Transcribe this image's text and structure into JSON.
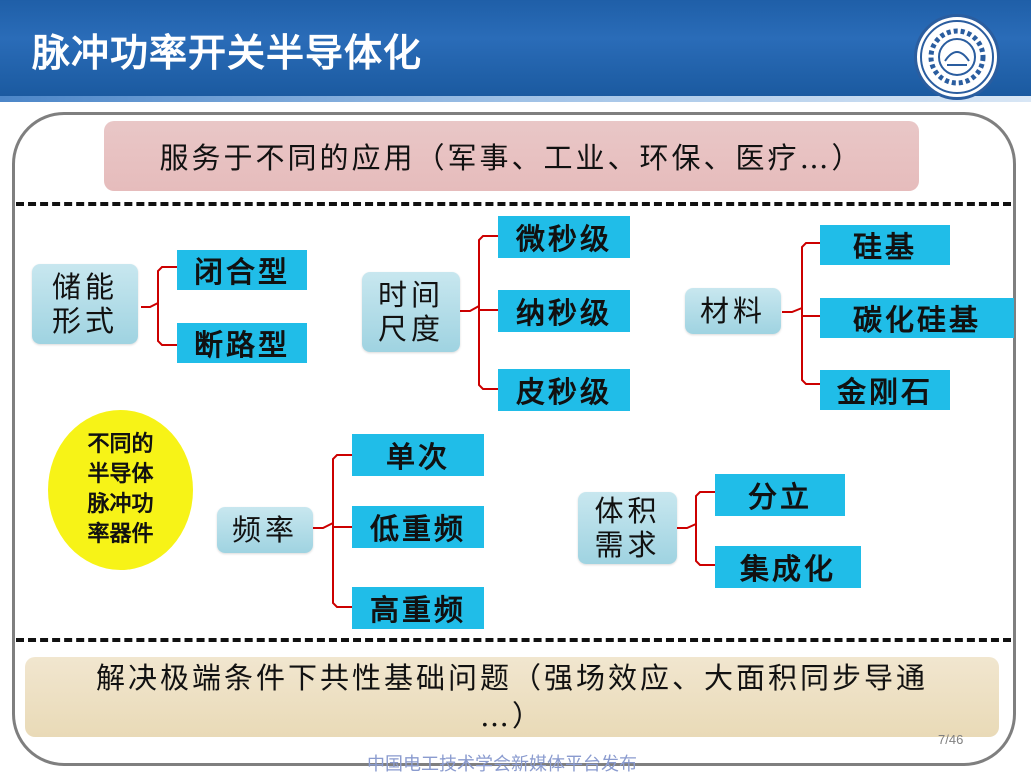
{
  "header": {
    "title": "脉冲功率开关半导体化"
  },
  "banners": {
    "top": "服务于不同的应用（军事、工业、环保、医疗…）",
    "bottom_line1": "解决极端条件下共性基础问题（强场效应、大面积同步导通",
    "bottom_line2": "…）"
  },
  "groups": {
    "storage": {
      "label_l1": "储能",
      "label_l2": "形式",
      "items": [
        "闭合型",
        "断路型"
      ]
    },
    "time": {
      "label_l1": "时间",
      "label_l2": "尺度",
      "items": [
        "微秒级",
        "纳秒级",
        "皮秒级"
      ]
    },
    "material": {
      "label": "材料",
      "items": [
        "硅基",
        "碳化硅基",
        "金刚石"
      ]
    },
    "frequency": {
      "label": "频率",
      "items": [
        "单次",
        "低重频",
        "高重频"
      ]
    },
    "volume": {
      "label_l1": "体积",
      "label_l2": "需求",
      "items": [
        "分立",
        "集成化"
      ]
    }
  },
  "center": {
    "l1": "不同的",
    "l2": "半导体",
    "l3": "脉冲功",
    "l4": "率器件"
  },
  "page": {
    "number": "7/46"
  },
  "footer": {
    "text": "中国电工技术学会新媒体平台发布"
  },
  "colors": {
    "header": "#1f5fa8",
    "item_box": "#20bde8",
    "bracket": "#cc0000",
    "ellipse": "#f7f317",
    "top_banner": "#e6bcbc",
    "bottom_banner": "#ede0c2"
  },
  "icons": {
    "logo": "university-emblem-icon"
  }
}
